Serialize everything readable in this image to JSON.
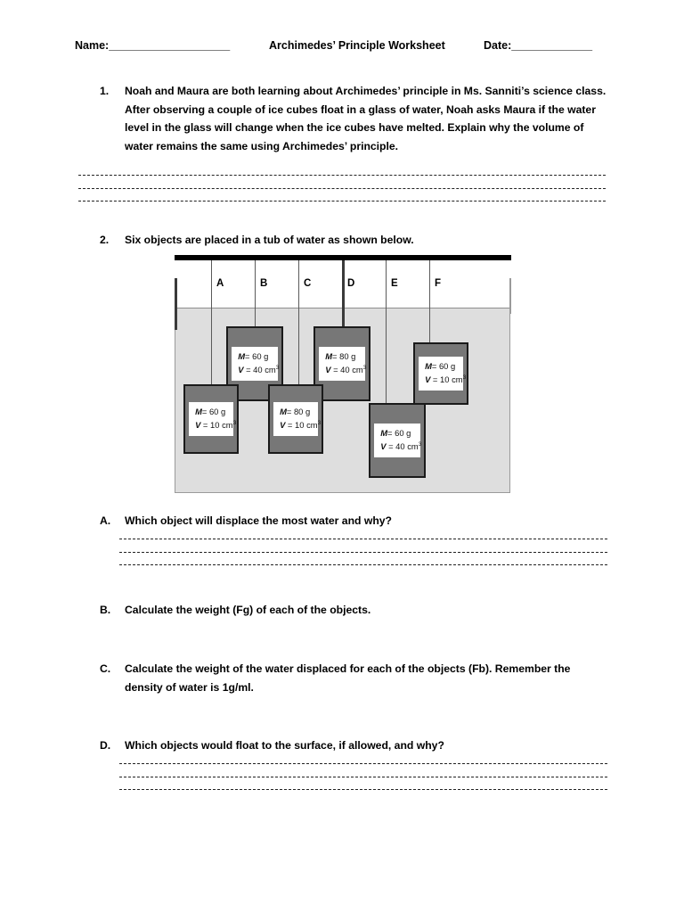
{
  "header": {
    "name_label": "Name:",
    "name_blank": "_____________________",
    "title": "Archimedes’ Principle Worksheet",
    "date_label": "Date:",
    "date_blank": "______________"
  },
  "questions": [
    {
      "number": "1.",
      "text": "Noah and Maura are both learning about Archimedes’ principle in Ms. Sanniti’s science class. After observing a couple of ice cubes float in a glass of water, Noah asks Maura if the water level in the glass will change when the ice cubes have melted. Explain why the volume of water remains the same using Archimedes’ principle."
    },
    {
      "number": "2.",
      "text": "Six objects are placed in a tub of water as shown below."
    }
  ],
  "subquestions": [
    {
      "letter": "A.",
      "text": "Which object will displace the most water and why?"
    },
    {
      "letter": "B.",
      "text": "Calculate the weight (Fg) of each of the objects."
    },
    {
      "letter": "C.",
      "text": "Calculate the weight of the water displaced for each of the objects (Fb). Remember the density of water is 1g/ml."
    },
    {
      "letter": "D.",
      "text": "Which objects would float to the surface, if allowed, and why?"
    }
  ],
  "diagram": {
    "slot_labels": [
      "A",
      "B",
      "C",
      "D",
      "E",
      "F"
    ],
    "mass_symbol": "M",
    "volume_symbol": "V",
    "mass_unit": "g",
    "volume_unit": "cm",
    "volume_exponent": "3",
    "objects": [
      {
        "id": "A",
        "mass": "60",
        "volume": "10",
        "row": "lower"
      },
      {
        "id": "B",
        "mass": "60",
        "volume": "40",
        "row": "upper"
      },
      {
        "id": "C",
        "mass": "80",
        "volume": "10",
        "row": "lower"
      },
      {
        "id": "D",
        "mass": "80",
        "volume": "40",
        "row": "upper"
      },
      {
        "id": "E",
        "mass": "60",
        "volume": "40",
        "row": "lower"
      },
      {
        "id": "F",
        "mass": "60",
        "volume": "10",
        "row": "upper"
      }
    ],
    "colors": {
      "block_fill": "#777777",
      "block_border": "#1a1a1a",
      "water_fill": "#dedede",
      "support_bar": "#000000",
      "card_fill": "#ffffff"
    }
  }
}
